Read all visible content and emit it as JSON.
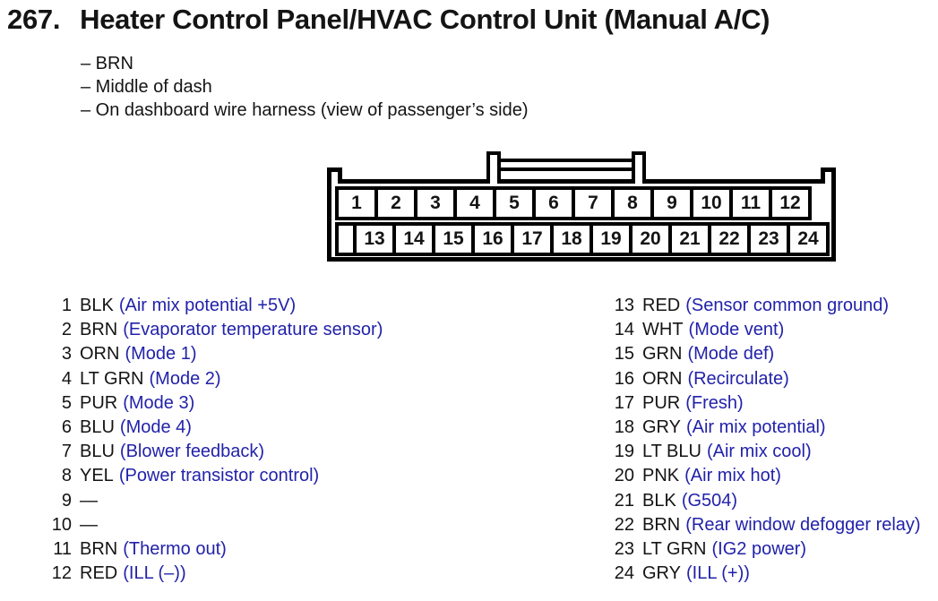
{
  "header": {
    "number": "267.",
    "title": "Heater Control Panel/HVAC Control Unit (Manual A/C)"
  },
  "notes": [
    "– BRN",
    "– Middle of dash",
    "– On dashboard wire harness (view of passenger’s side)"
  ],
  "connector": {
    "top_row": [
      "1",
      "2",
      "3",
      "4",
      "5",
      "6",
      "7",
      "8",
      "9",
      "10",
      "11",
      "12"
    ],
    "bottom_row": [
      "13",
      "14",
      "15",
      "16",
      "17",
      "18",
      "19",
      "20",
      "21",
      "22",
      "23",
      "24"
    ]
  },
  "pins_left": [
    {
      "num": "1",
      "wire": "BLK",
      "desc": "(Air mix potential +5V)"
    },
    {
      "num": "2",
      "wire": "BRN",
      "desc": "(Evaporator temperature sensor)"
    },
    {
      "num": "3",
      "wire": "ORN",
      "desc": "(Mode 1)"
    },
    {
      "num": "4",
      "wire": "LT GRN",
      "desc": "(Mode 2)"
    },
    {
      "num": "5",
      "wire": "PUR",
      "desc": "(Mode 3)"
    },
    {
      "num": "6",
      "wire": "BLU",
      "desc": "(Mode 4)"
    },
    {
      "num": "7",
      "wire": "BLU",
      "desc": "(Blower feedback)"
    },
    {
      "num": "8",
      "wire": "YEL",
      "desc": "(Power transistor control)"
    },
    {
      "num": "9",
      "wire": "—",
      "desc": ""
    },
    {
      "num": "10",
      "wire": "—",
      "desc": ""
    },
    {
      "num": "11",
      "wire": "BRN",
      "desc": "(Thermo out)"
    },
    {
      "num": "12",
      "wire": "RED",
      "desc": "(ILL (–))"
    }
  ],
  "pins_right": [
    {
      "num": "13",
      "wire": "RED",
      "desc": "(Sensor common ground)"
    },
    {
      "num": "14",
      "wire": "WHT",
      "desc": "(Mode vent)"
    },
    {
      "num": "15",
      "wire": "GRN",
      "desc": "(Mode def)"
    },
    {
      "num": "16",
      "wire": "ORN",
      "desc": "(Recirculate)"
    },
    {
      "num": "17",
      "wire": "PUR",
      "desc": "(Fresh)"
    },
    {
      "num": "18",
      "wire": "GRY",
      "desc": "(Air mix potential)"
    },
    {
      "num": "19",
      "wire": "LT BLU",
      "desc": "(Air mix cool)"
    },
    {
      "num": "20",
      "wire": "PNK",
      "desc": "(Air mix hot)"
    },
    {
      "num": "21",
      "wire": "BLK",
      "desc": "(G504)"
    },
    {
      "num": "22",
      "wire": "BRN",
      "desc": "(Rear window defogger relay)"
    },
    {
      "num": "23",
      "wire": "LT GRN",
      "desc": "(IG2 power)"
    },
    {
      "num": "24",
      "wire": "GRY",
      "desc": "(ILL (+))"
    }
  ],
  "colors": {
    "text": "#141414",
    "description": "#2222aa"
  }
}
